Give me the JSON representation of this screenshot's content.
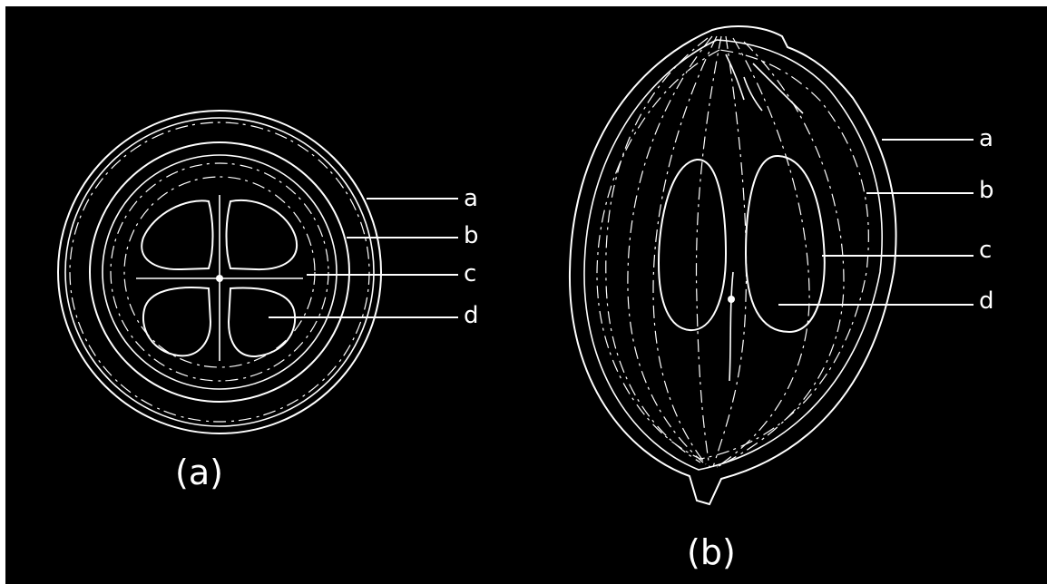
{
  "figure_a": {
    "caption": "(a)",
    "labels": [
      "a",
      "b",
      "c",
      "d"
    ]
  },
  "figure_b": {
    "caption": "(b)",
    "labels": [
      "a",
      "b",
      "c",
      "d"
    ]
  },
  "colors": {
    "background": "#000000",
    "ink": "#ffffff",
    "page": "#ffffff"
  }
}
